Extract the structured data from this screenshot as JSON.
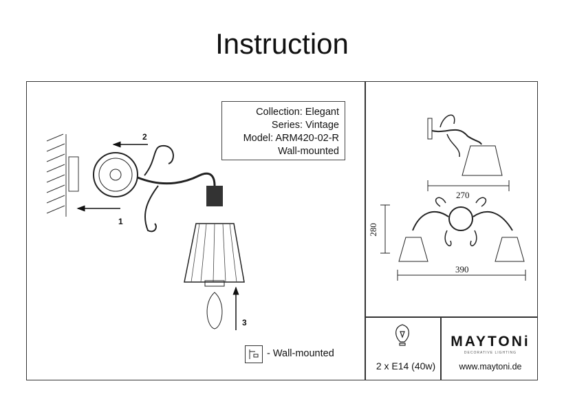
{
  "title": "Instruction",
  "info": {
    "collection": "Collection: Elegant",
    "series": "Series: Vintage",
    "model": "Model: ARM420-02-R",
    "mounting": "Wall-mounted"
  },
  "steps": [
    "1",
    "2",
    "3"
  ],
  "dimensions": {
    "side_width": "270",
    "height": "280",
    "front_width": "390"
  },
  "legend": {
    "icon": "wall-mount-icon",
    "text": "- Wall-mounted"
  },
  "bulb": {
    "icon": "light-bulb-icon",
    "text": "2 x E14 (40w)"
  },
  "brand": {
    "name": "MAYTONi",
    "tagline": "DECORATIVE LIGHTING",
    "url": "www.maytoni.de"
  }
}
